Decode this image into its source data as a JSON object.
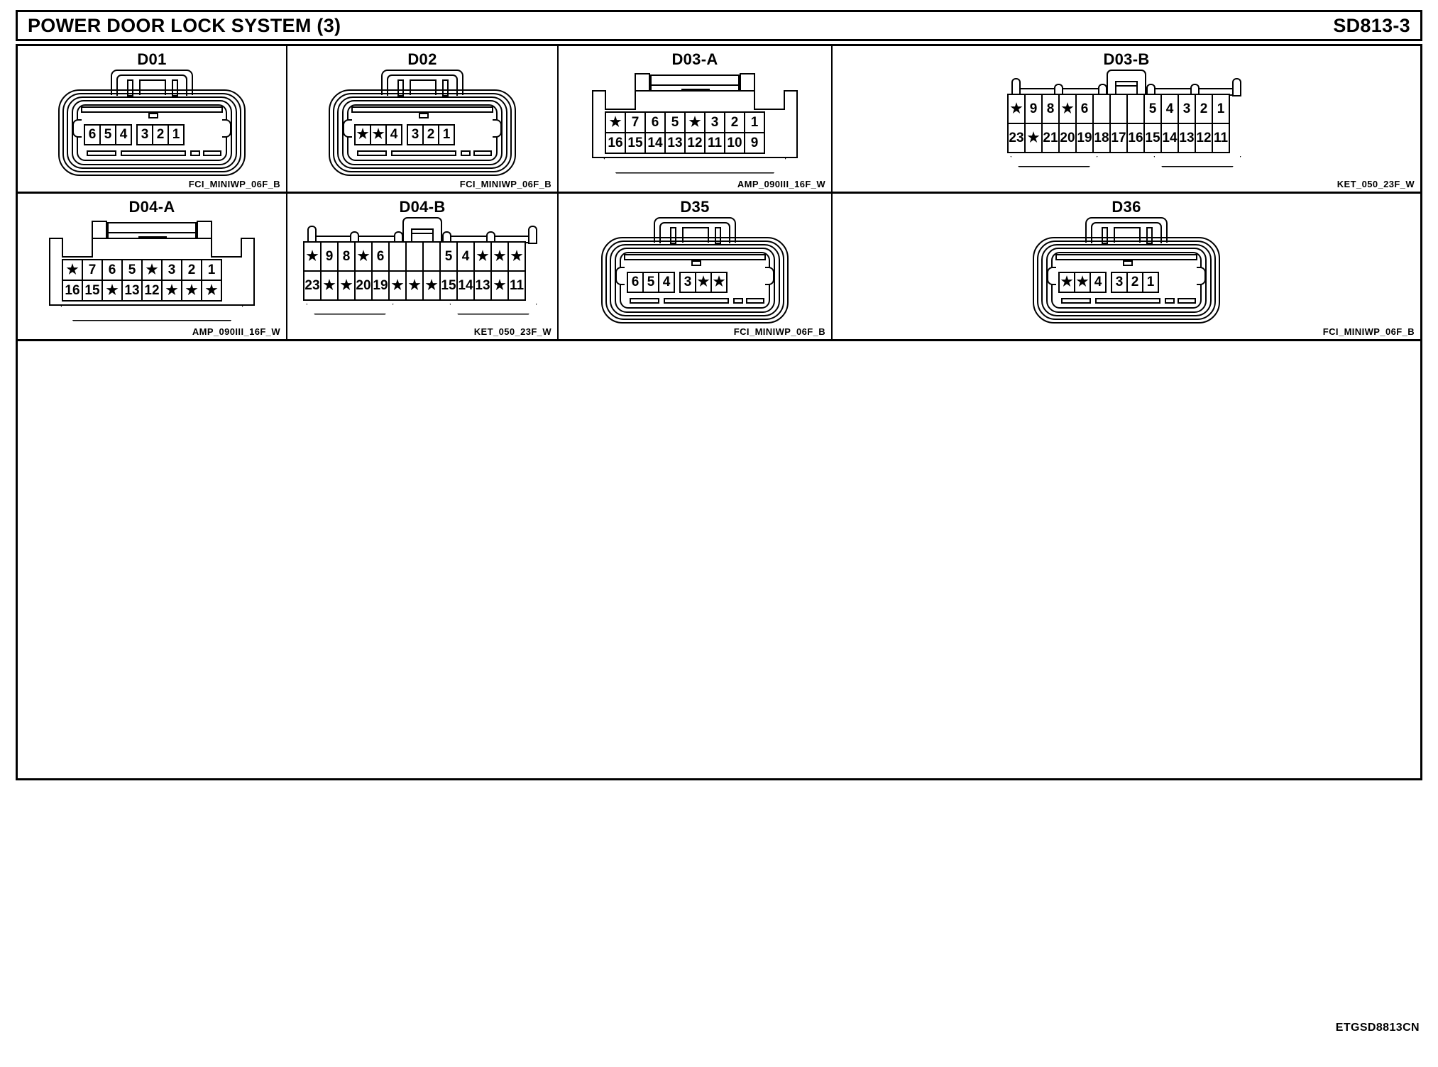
{
  "header": {
    "title": "POWER DOOR LOCK SYSTEM (3)",
    "code": "SD813-3"
  },
  "footer": {
    "code": "ETGSD8813CN"
  },
  "connectors": [
    {
      "id": "D01",
      "style": "miniwp",
      "part": "FCI_MINIWP_06F_B",
      "rows": [
        [
          "6",
          "5",
          "4",
          "3",
          "2",
          "1"
        ]
      ],
      "gap_after_index": 2
    },
    {
      "id": "D02",
      "style": "miniwp",
      "part": "FCI_MINIWP_06F_B",
      "rows": [
        [
          "★",
          "★",
          "4",
          "3",
          "2",
          "1"
        ]
      ],
      "gap_after_index": 2
    },
    {
      "id": "D03-A",
      "style": "amp",
      "part": "AMP_090III_16F_W",
      "rows": [
        [
          "★",
          "7",
          "6",
          "5",
          "★",
          "3",
          "2",
          "1"
        ],
        [
          "16",
          "15",
          "14",
          "13",
          "12",
          "11",
          "10",
          "9"
        ]
      ]
    },
    {
      "id": "D03-B",
      "style": "ket",
      "part": "KET_050_23F_W",
      "rows": [
        [
          "★",
          "9",
          "8",
          "★",
          "6",
          "",
          "",
          "",
          "5",
          "4",
          "3",
          "2",
          "1"
        ],
        [
          "23",
          "★",
          "21",
          "20",
          "19",
          "18",
          "17",
          "16",
          "15",
          "14",
          "13",
          "12",
          "11"
        ]
      ]
    },
    {
      "id": "D04-A",
      "style": "amp",
      "part": "AMP_090III_16F_W",
      "rows": [
        [
          "★",
          "7",
          "6",
          "5",
          "★",
          "3",
          "2",
          "1"
        ],
        [
          "16",
          "15",
          "★",
          "13",
          "12",
          "★",
          "★",
          "★"
        ]
      ]
    },
    {
      "id": "D04-B",
      "style": "ket",
      "part": "KET_050_23F_W",
      "rows": [
        [
          "★",
          "9",
          "8",
          "★",
          "6",
          "",
          "",
          "",
          "5",
          "4",
          "★",
          "★",
          "★"
        ],
        [
          "23",
          "★",
          "★",
          "20",
          "19",
          "★",
          "★",
          "★",
          "15",
          "14",
          "13",
          "★",
          "11"
        ]
      ]
    },
    {
      "id": "D35",
      "style": "miniwp",
      "part": "FCI_MINIWP_06F_B",
      "rows": [
        [
          "6",
          "5",
          "4",
          "3",
          "★",
          "★"
        ]
      ],
      "gap_after_index": 2
    },
    {
      "id": "D36",
      "style": "miniwp",
      "part": "FCI_MINIWP_06F_B",
      "rows": [
        [
          "★",
          "★",
          "4",
          "3",
          "2",
          "1"
        ]
      ],
      "gap_after_index": 2
    }
  ]
}
